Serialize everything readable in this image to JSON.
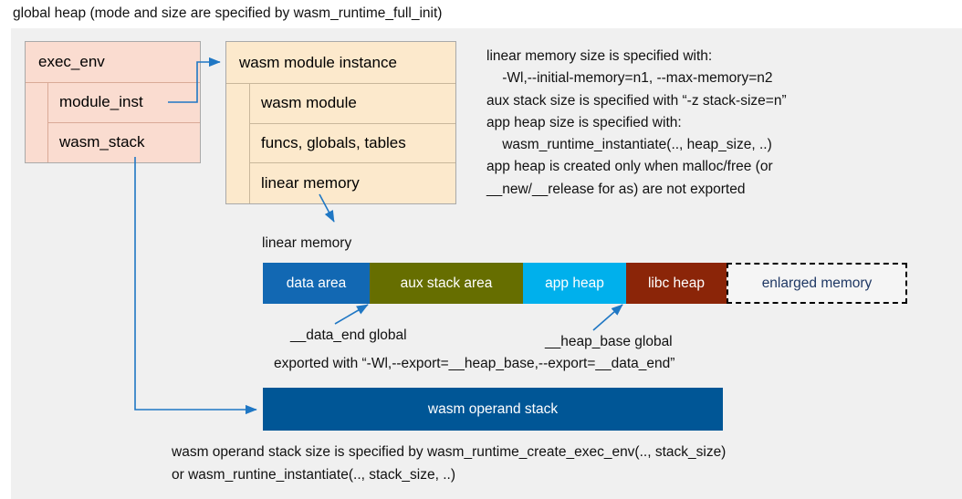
{
  "title": "global heap (mode and size are specified by wasm_runtime_full_init)",
  "colors": {
    "panel_bg": "#f0f0f0",
    "exec_env_fill": "#fadcd0",
    "module_inst_fill": "#fce9cc",
    "arrow": "#1f77c4",
    "data_area": "#1268b3",
    "aux_stack_area": "#666e00",
    "app_heap": "#00b0ec",
    "libc_heap": "#8b2508",
    "enlarged_memory_fill": "#f5f5f5",
    "enlarged_memory_text": "#1f3864",
    "operand_stack": "#005696"
  },
  "exec_env": {
    "header": "exec_env",
    "rows": [
      {
        "label": "module_inst"
      },
      {
        "label": "wasm_stack"
      }
    ]
  },
  "module_instance": {
    "header": "wasm module instance",
    "rows": [
      {
        "label": "wasm module"
      },
      {
        "label": "funcs, globals, tables"
      },
      {
        "label": "linear memory"
      }
    ]
  },
  "info_text": "linear memory size is specified with:\n    -Wl,--initial-memory=n1, --max-memory=n2\naux stack size is specified with “-z stack-size=n”\napp heap size is specified with:\n    wasm_runtime_instantiate(.., heap_size, ..)\napp heap is created only when malloc/free (or\n__new/__release for as) are not exported",
  "linear_memory": {
    "label": "linear memory",
    "segments": [
      {
        "label": "data area",
        "color": "#1268b3",
        "width": 117,
        "text_color": "#ffffff",
        "dashed": false
      },
      {
        "label": "aux stack area",
        "color": "#666e00",
        "width": 168,
        "text_color": "#ffffff",
        "dashed": false
      },
      {
        "label": "app heap",
        "color": "#00b0ec",
        "width": 113,
        "text_color": "#ffffff",
        "dashed": false
      },
      {
        "label": "libc heap",
        "color": "#8b2508",
        "width": 110,
        "text_color": "#ffffff",
        "dashed": false
      },
      {
        "label": "enlarged memory",
        "color": "#f5f5f5",
        "width": 198,
        "text_color": "#1f3864",
        "dashed": true
      }
    ]
  },
  "annotations": {
    "data_end": "__data_end global",
    "heap_base": "__heap_base global",
    "exported_with": "exported with “-Wl,--export=__heap_base,--export=__data_end”"
  },
  "operand_stack": {
    "label": "wasm operand stack"
  },
  "bottom_text": "wasm operand stack size is specified by wasm_runtime_create_exec_env(.., stack_size)\nor wasm_runtine_instantiate(.., stack_size, ..)"
}
